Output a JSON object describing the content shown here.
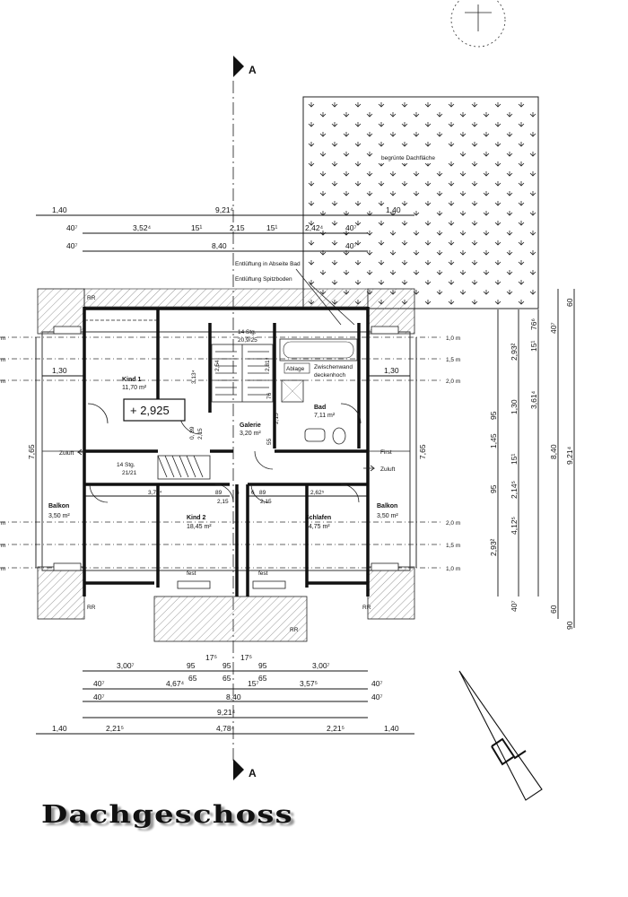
{
  "drawing_title": "Dachgeschoss",
  "section_mark": "A",
  "green_roof_label": "begrünte Dachfläche",
  "level_marker": "+ 2,925",
  "notes": {
    "vent_bath": "Entlüftung in Abseite Bad",
    "vent_attic": "Entlüftung Spitzboden",
    "ablage": "Ablage",
    "partition_1": "Zwischenwand",
    "partition_2": "deckenhoch",
    "first": "First",
    "supply_left": "Zuluft",
    "supply_right": "Zuluft",
    "fixed_left": "fest",
    "fixed_right": "fest",
    "rr": "RR"
  },
  "rooms": [
    {
      "name": "Kind 1",
      "area": "11,70 m²"
    },
    {
      "name": "Bad",
      "area": "7,11 m²"
    },
    {
      "name": "Galerie",
      "area": "3,20 m²"
    },
    {
      "name": "Kind 2",
      "area": "18,45 m²"
    },
    {
      "name": "Schlafen",
      "area": "14,75 m²"
    },
    {
      "name": "Balkon",
      "area": "3,50 m²"
    },
    {
      "name": "Balkon",
      "area": "3,50 m²"
    }
  ],
  "stairs": [
    {
      "label": "14 Stg.",
      "ratio": "20,9/25"
    },
    {
      "label": "14 Stg.",
      "ratio": "21/21"
    }
  ],
  "height_lines_right": [
    "1,0 m",
    "1,5 m",
    "2,0 m",
    "2,0 m",
    "1,5 m",
    "1,0 m"
  ],
  "height_lines_left": [
    "m",
    "m",
    "m",
    "m",
    "m",
    "m"
  ],
  "dims_top": {
    "row1": [
      "1,40",
      "9,21⁴",
      "1,40"
    ],
    "row2": [
      "40⁷",
      "3,52⁴",
      "15¹",
      "2,15",
      "15¹",
      "2,42⁴",
      "40⁷"
    ],
    "row3": [
      "40⁷",
      "8,40",
      "40⁷"
    ]
  },
  "dims_bottom": {
    "row1": [
      "3,00⁷",
      "95",
      "17⁵",
      "95",
      "17⁵",
      "95",
      "3,00⁷"
    ],
    "row2": [
      "40⁷",
      "4,67⁴",
      "65",
      "65",
      "15⁷",
      "65",
      "3,57⁵",
      "40⁷"
    ],
    "row3": [
      "40⁷",
      "8,40",
      "40⁷"
    ],
    "row4": [
      "9,21⁴"
    ],
    "row5": [
      "1,40",
      "2,21⁵",
      "4,78⁴",
      "2,21⁵",
      "1,40"
    ]
  },
  "dims_right": [
    "60",
    "76⁶",
    "2,93²",
    "40⁷",
    "15¹",
    "3,61⁴",
    "95",
    "1,30",
    "1,45",
    "8,40",
    "9,21⁴",
    "15¹",
    "2,14⁵",
    "95",
    "4,12⁵",
    "2,93²",
    "40⁷",
    "60",
    "90"
  ],
  "dims_inner": {
    "left_wall": "1,30",
    "right_wall": "1,30",
    "left_height": "7,65",
    "right_height": "7,65",
    "kind1_depth": "3,13⁴",
    "stair_a": "2,54",
    "stair_b": "2,81⁴",
    "galerie_a": "76",
    "galerie_b": "2,15",
    "galerie_c": "55",
    "door_a": "0, 89",
    "door_b": "2,15",
    "kind2_width": "3,72⁴",
    "schlafen_width": "2,62⁵",
    "door_kind2": "89",
    "door_kind2_h": "2,15",
    "door_schlafen": "89",
    "door_schlafen_h": "2,15",
    "mid_a": "6",
    "mid_b": "6"
  }
}
